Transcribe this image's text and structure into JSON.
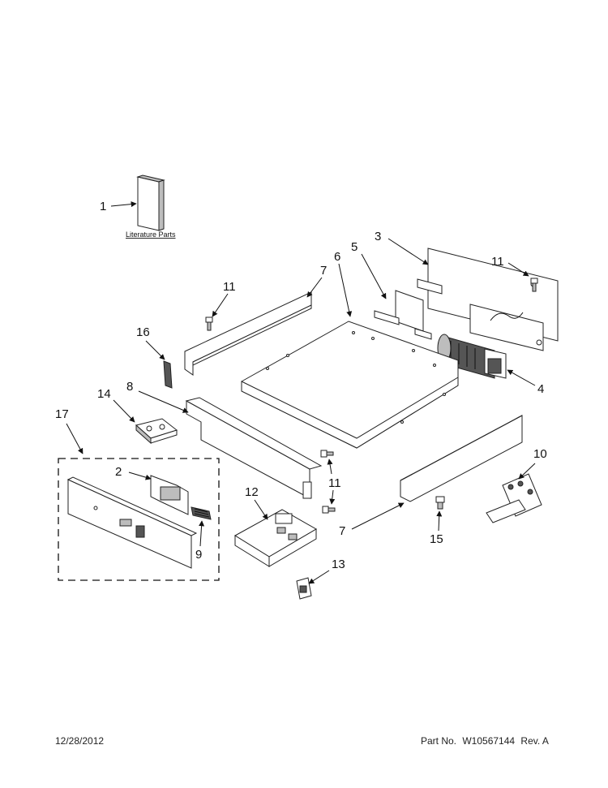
{
  "literature_label": "Literature Parts",
  "callouts": {
    "c1": "1",
    "c2": "2",
    "c3": "3",
    "c4": "4",
    "c5": "5",
    "c6": "6",
    "c7a": "7",
    "c7b": "7",
    "c8": "8",
    "c9": "9",
    "c10": "10",
    "c11a": "11",
    "c11b": "11",
    "c11c": "11",
    "c12": "12",
    "c13": "13",
    "c14": "14",
    "c15": "15",
    "c16": "16",
    "c17": "17"
  },
  "footer": {
    "date": "12/28/2012",
    "part_label": "Part No.",
    "part_number": "W10567144",
    "revision": "Rev. A"
  }
}
